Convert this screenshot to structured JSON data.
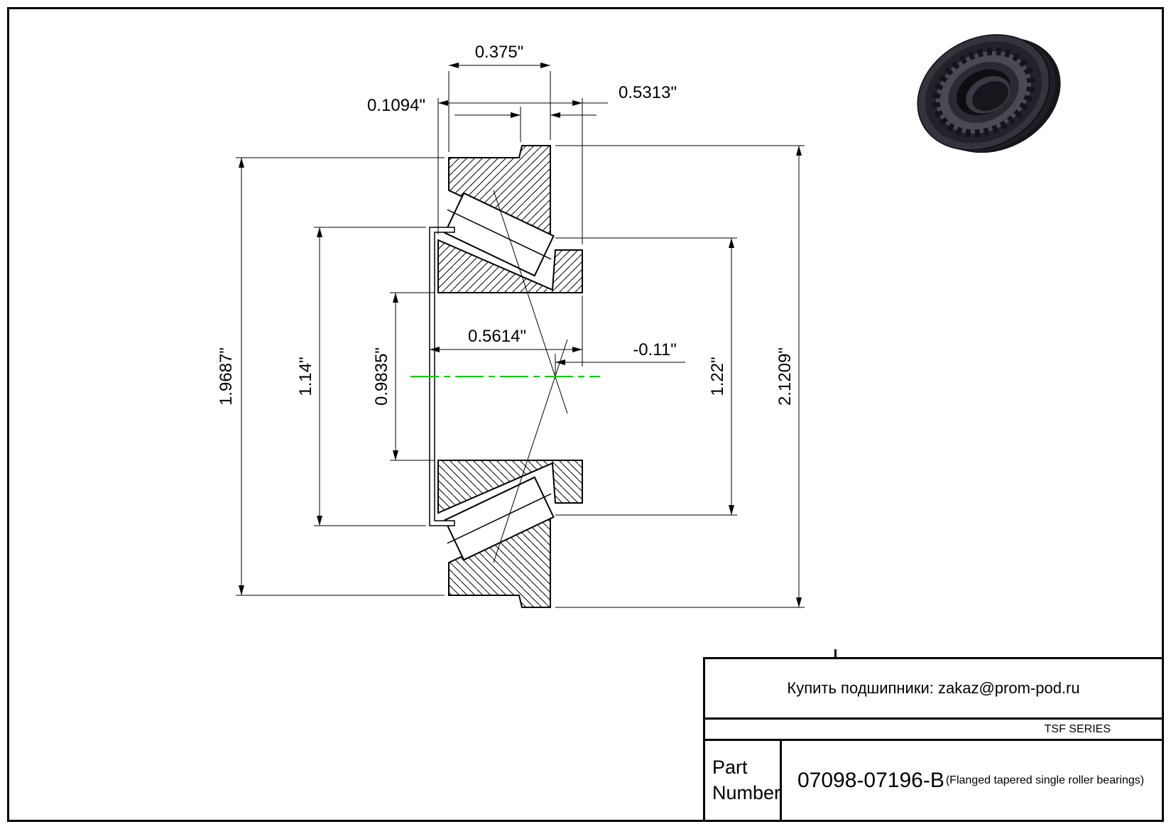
{
  "colors": {
    "line": "#000000",
    "centerline": "#00cc00"
  },
  "dimensions": {
    "cup_width": "0.375\"",
    "flange_width": "0.1094\"",
    "cone_width": "0.5313\"",
    "overall_width": "0.5614\"",
    "load_center": "-0.11\"",
    "cup_od": "1.9687\"",
    "retainer_od": "1.14\"",
    "bore": "0.9835\"",
    "shoulder_od": "1.22\"",
    "flange_od": "2.1209\""
  },
  "title_block": {
    "contact_line": "Купить подшипники: zakaz@prom-pod.ru",
    "series_label": "TSF SERIES",
    "part_label_top": "Part",
    "part_label_bottom": "Number",
    "part_number": "07098-07196-B",
    "part_description": "(Flanged tapered single roller bearings)"
  }
}
